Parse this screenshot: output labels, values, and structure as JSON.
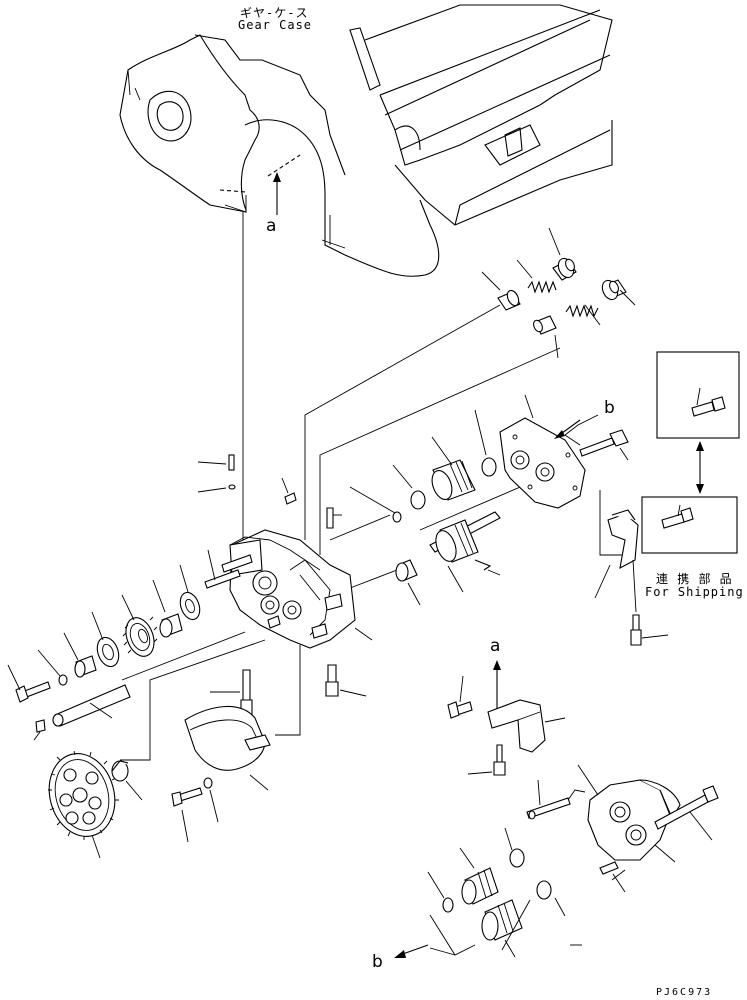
{
  "labels": {
    "gear_case_jp": "ギヤ-ケ-ス",
    "gear_case_en": "Gear Case",
    "for_shipping_jp": "連 携 部 品",
    "for_shipping_en": "For Shipping",
    "callout_a": "a",
    "callout_b": "b",
    "drawing_code": "PJ6C973"
  }
}
